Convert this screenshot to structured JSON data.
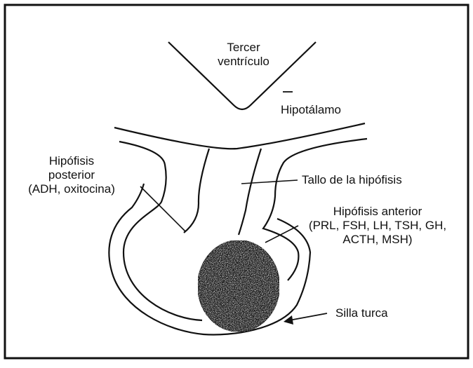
{
  "diagram": {
    "labels": {
      "tercer_ventriculo": [
        "Tercer",
        "ventrículo"
      ],
      "hipotalamo": "Hipotálamo",
      "hipofisis_posterior": [
        "Hipófisis",
        "posterior",
        "(ADH, oxitocina)"
      ],
      "tallo": "Tallo de la hipófisis",
      "hipofisis_anterior": [
        "Hipófisis anterior",
        "(PRL, FSH, LH, TSH, GH,",
        "ACTH, MSH)"
      ],
      "silla_turca": "Silla turca"
    },
    "colors": {
      "line": "#111111",
      "anterior_fill": "#1a1a1a",
      "background": "#ffffff"
    }
  }
}
